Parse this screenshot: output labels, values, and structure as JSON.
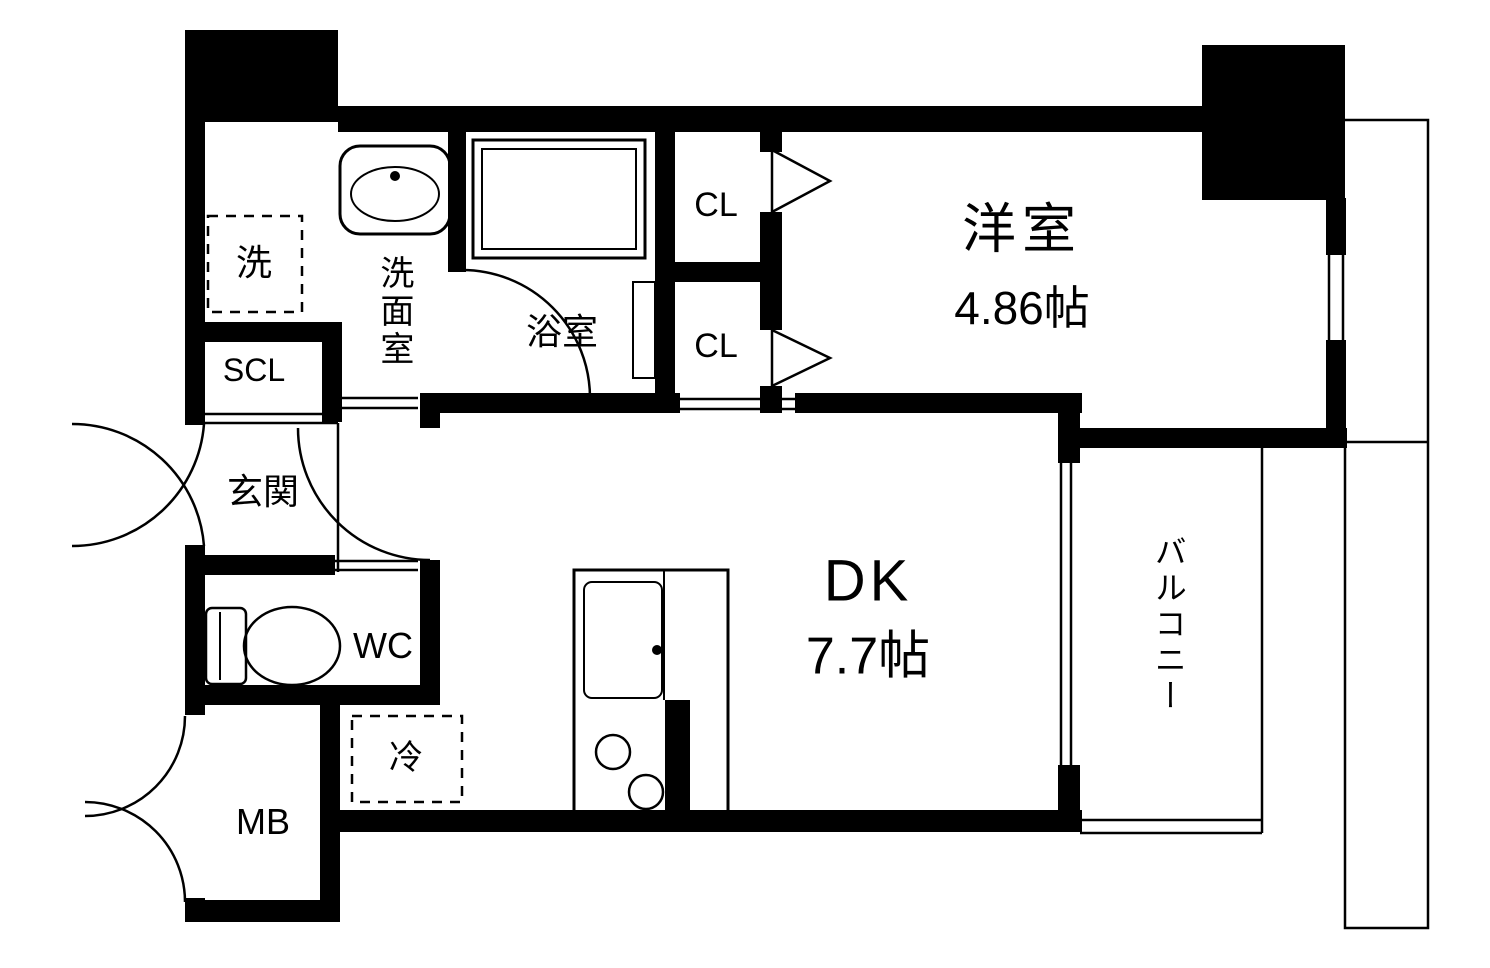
{
  "rooms": {
    "western": {
      "label": "洋室",
      "size": "4.86帖"
    },
    "dk": {
      "label": "DK",
      "size": "7.7帖"
    },
    "bath": {
      "label": "浴室"
    },
    "washroom": {
      "label": "洗面室"
    },
    "washer": {
      "label": "洗"
    },
    "shoe_closet": {
      "label": "SCL"
    },
    "entrance": {
      "label": "玄関"
    },
    "wc": {
      "label": "WC"
    },
    "meter_box": {
      "label": "MB"
    },
    "fridge": {
      "label": "冷"
    },
    "closet_upper": {
      "label": "CL"
    },
    "closet_lower": {
      "label": "CL"
    },
    "balcony": {
      "label": "バルコニー"
    }
  },
  "colors": {
    "wall": "#000000",
    "background": "#ffffff",
    "line": "#000000"
  }
}
